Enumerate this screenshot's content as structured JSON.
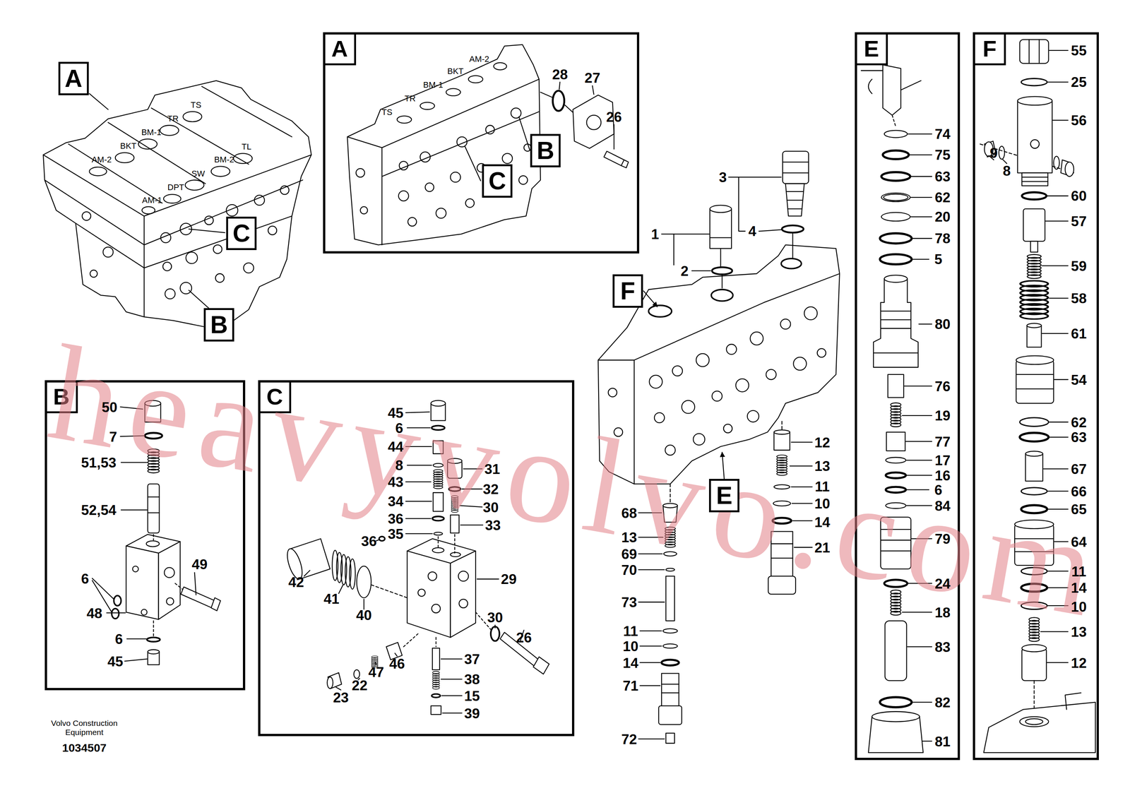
{
  "diagram": {
    "nodes": [
      {
        "text": [
          "A"
        ]
      },
      {
        "text": [
          "A"
        ]
      },
      {
        "text": [
          "B"
        ],
        "in": 1
      },
      {
        "text": [
          "C"
        ],
        "in": 1
      },
      {
        "text": [
          "E"
        ]
      },
      {
        "text": [
          "F"
        ]
      },
      {
        "text": [
          "C"
        ]
      },
      {
        "text": [
          "B"
        ]
      },
      {
        "text": [
          "F"
        ]
      },
      {
        "text": [
          "E"
        ]
      },
      {
        "text": [
          "B"
        ]
      },
      {
        "text": [
          "C"
        ]
      }
    ],
    "labels": [
      "TS",
      "TR",
      "BM-1",
      "BKT",
      "AM-2",
      "TL",
      "BM-2",
      "SW",
      "DPT",
      "AM-1",
      "AM-2",
      "BKT",
      "BM-1",
      "TR",
      "TS",
      "28",
      "27",
      "26",
      "3",
      "1",
      "4",
      "2",
      "74",
      "75",
      "63",
      "62",
      "20",
      "78",
      "5",
      "80",
      "76",
      "19",
      "77",
      "17",
      "16",
      "6",
      "84",
      "79",
      "24",
      "18",
      "83",
      "82",
      "81",
      "55",
      "25",
      "56",
      "9",
      "8",
      "60",
      "57",
      "59",
      "58",
      "61",
      "54",
      "62",
      "63",
      "67",
      "66",
      "65",
      "64",
      "11",
      "14",
      "10",
      "13",
      "12",
      "12",
      "13",
      "11",
      "10",
      "14",
      "21",
      "68",
      "13",
      "69",
      "70",
      "73",
      "11",
      "10",
      "14",
      "71",
      "72",
      "50",
      "7",
      "51,53",
      "52,54",
      "49",
      "6",
      "48",
      "6",
      "45",
      "45",
      "6",
      "44",
      "8",
      "43",
      "34",
      "36",
      "35",
      "31",
      "32",
      "30",
      "33",
      "36",
      "42",
      "41",
      "40",
      "29",
      "30",
      "26",
      "37",
      "38",
      "15",
      "39",
      "23",
      "22",
      "47",
      "46",
      "Volvo Construction Equipment",
      "1034507",
      "heavyvolvo.com"
    ]
  }
}
